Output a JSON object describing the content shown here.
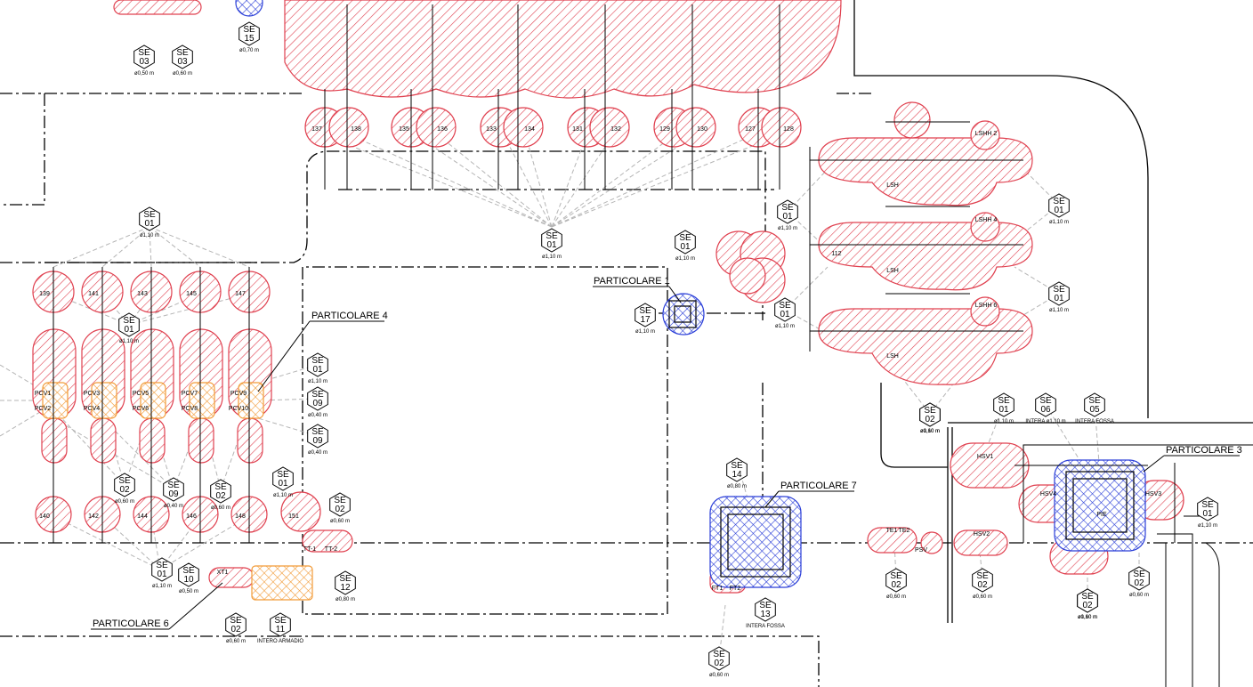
{
  "colors": {
    "hazard_red": "#e0404f",
    "hazard_blue": "#2a3ed8",
    "hazard_orange": "#f29b38",
    "line": "#000000",
    "leader": "#b5b5b5"
  },
  "details": [
    {
      "id": "particolare_1",
      "label": "PARTICOLARE 1"
    },
    {
      "id": "particolare_3",
      "label": "PARTICOLARE 3"
    },
    {
      "id": "particolare_4",
      "label": "PARTICOLARE 4"
    },
    {
      "id": "particolare_6",
      "label": "PARTICOLARE 6"
    },
    {
      "id": "particolare_7",
      "label": "PARTICOLARE 7"
    }
  ],
  "hex_symbols": [
    {
      "l1": "SE",
      "l2": "15",
      "note": "ø0,70 m"
    },
    {
      "l1": "SE",
      "l2": "03",
      "note": "ø0,50 m"
    },
    {
      "l1": "SE",
      "l2": "03",
      "note": "ø0,60 m"
    },
    {
      "l1": "SE",
      "l2": "01",
      "note": "ø1,10 m"
    },
    {
      "l1": "SE",
      "l2": "01",
      "note": "ø1,10 m"
    },
    {
      "l1": "SE",
      "l2": "01",
      "note": "ø1,10 m"
    },
    {
      "l1": "SE",
      "l2": "01",
      "note": "ø1,10 m"
    },
    {
      "l1": "SE",
      "l2": "01",
      "note": "ø1,10 m"
    },
    {
      "l1": "SE",
      "l2": "01",
      "note": "ø1,10 m"
    },
    {
      "l1": "SE",
      "l2": "01",
      "note": "ø1,10 m"
    },
    {
      "l1": "SE",
      "l2": "01",
      "note": "ø1,10 m"
    },
    {
      "l1": "SE",
      "l2": "01",
      "note": "ø1,10 m"
    },
    {
      "l1": "SE",
      "l2": "17",
      "note": "ø1,10 m"
    },
    {
      "l1": "SE",
      "l2": "01",
      "note": "ø1,10 m"
    },
    {
      "l1": "SE",
      "l2": "01",
      "note": "ø1,10 m"
    },
    {
      "l1": "SE",
      "l2": "09",
      "note": "ø0,40 m"
    },
    {
      "l1": "SE",
      "l2": "02",
      "note": "ø0,60 m"
    },
    {
      "l1": "SE",
      "l2": "09",
      "note": "ø0,40 m"
    },
    {
      "l1": "SE",
      "l2": "02",
      "note": "ø0,60 m"
    },
    {
      "l1": "SE",
      "l2": "09",
      "note": "ø0,40 m"
    },
    {
      "l1": "SE",
      "l2": "01",
      "note": "ø1,10 m"
    },
    {
      "l1": "SE",
      "l2": "02",
      "note": "ø0,60 m"
    },
    {
      "l1": "SE",
      "l2": "02",
      "note": "ø0,60 m"
    },
    {
      "l1": "SE",
      "l2": "10",
      "note": "ø0,50 m"
    },
    {
      "l1": "SE",
      "l2": "02",
      "note": "ø0,60 m"
    },
    {
      "l1": "SE",
      "l2": "11",
      "note": "INTERO ARMADIO"
    },
    {
      "l1": "SE",
      "l2": "12",
      "note": "ø0,80 m"
    },
    {
      "l1": "SE",
      "l2": "14",
      "note": "ø0,80 m"
    },
    {
      "l1": "SE",
      "l2": "13",
      "note": "INTERA FOSSA"
    },
    {
      "l1": "SE",
      "l2": "02",
      "note": "ø0,60 m"
    },
    {
      "l1": "SE",
      "l2": "02",
      "note": "ø0,60 m"
    },
    {
      "l1": "SE",
      "l2": "02",
      "note": "ø0,60 m"
    },
    {
      "l1": "SE",
      "l2": "01",
      "note": "ø1,10 m"
    },
    {
      "l1": "SE",
      "l2": "06",
      "note": "INTERA ø1,10 m"
    },
    {
      "l1": "SE",
      "l2": "05",
      "note": "INTERA FOSSA"
    },
    {
      "l1": "SE",
      "l2": "01",
      "note": "ø1,10 m"
    },
    {
      "l1": "SE",
      "l2": "01",
      "note": "ø1,10 m"
    },
    {
      "l1": "SE",
      "l2": "02",
      "note": "ø0,60 m"
    },
    {
      "l1": "SE",
      "l2": "02",
      "note": "ø0,60 m"
    }
  ],
  "valve_tags_top": [
    "137",
    "138",
    "135",
    "136",
    "133",
    "134",
    "131",
    "132",
    "129",
    "130",
    "127",
    "128"
  ],
  "valve_tags_left_upper": [
    "139",
    "141",
    "143",
    "145",
    "147"
  ],
  "valve_tags_left_lower": [
    "140",
    "142",
    "144",
    "146",
    "148"
  ],
  "pcv_tags": [
    "PCV1",
    "PCV2",
    "PCV3",
    "PCV4",
    "PCV5",
    "PCV6",
    "PCV7",
    "PCV8",
    "PCV9",
    "PCV10"
  ],
  "instrument_tags": [
    "LSHH 2",
    "LSHH 4",
    "LSHH 6",
    "LSH",
    "LSH",
    "LSH",
    "151",
    "112",
    "TE1",
    "TE2",
    "PSV",
    "HSV1",
    "HSV2",
    "HSV3",
    "HSV4",
    "PIE",
    "FT1",
    "FT2",
    "XT1",
    "TT-1",
    "TT-2"
  ]
}
